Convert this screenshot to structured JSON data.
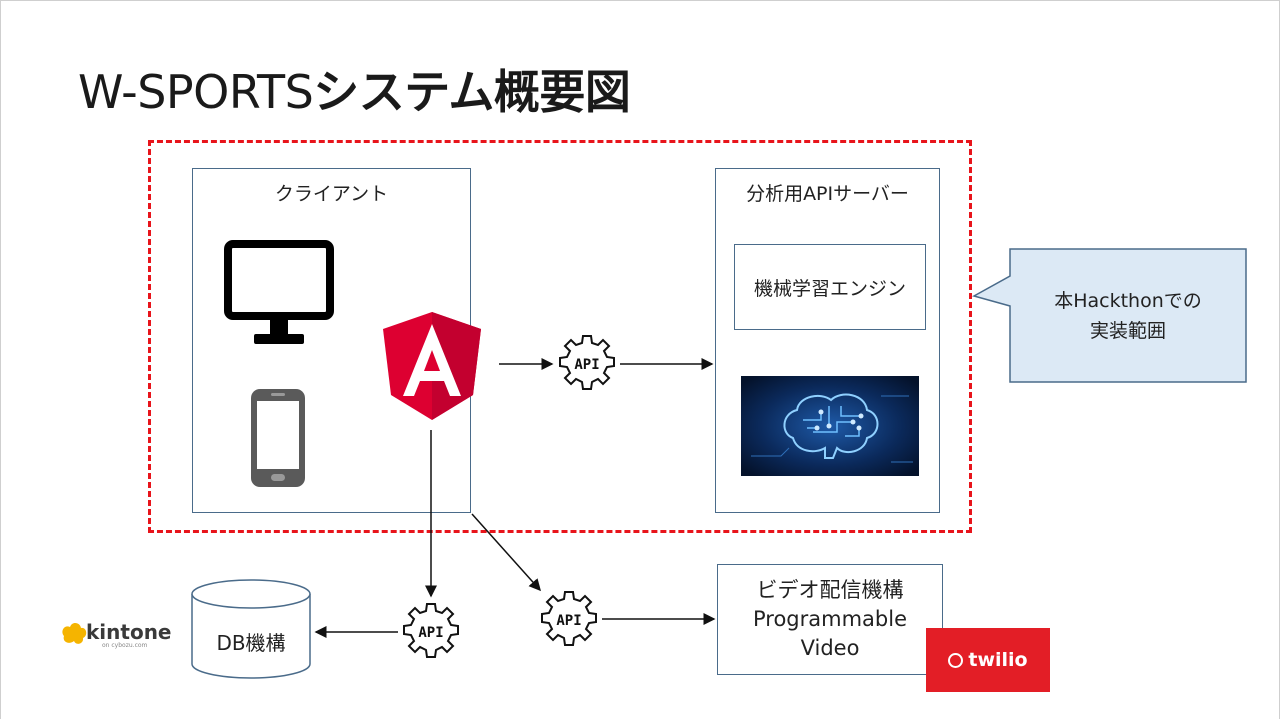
{
  "slide": {
    "title_prefix": "W-SPORTS",
    "title_main": "システム概要図"
  },
  "client": {
    "label": "クライアント",
    "icons": [
      "monitor-icon",
      "smartphone-icon",
      "angular-logo"
    ],
    "angular_letter": "A"
  },
  "server": {
    "label": "分析用APIサーバー",
    "ml_engine": "機械学習エンジン",
    "image": "brain-circuit-image"
  },
  "api_label": "API",
  "callout": {
    "line1": "本Hackthonでの",
    "line2": "実装範囲"
  },
  "db": {
    "label": "DB機構",
    "logo_text": "kintone",
    "logo_subtext": "on cybozu.com"
  },
  "video": {
    "line1": "ビデオ配信機構",
    "line2": "Programmable",
    "line3": "Video",
    "logo_text": "twilio"
  },
  "colors": {
    "scope_border": "#e8141b",
    "box_border": "#4a6b8a",
    "callout_fill": "#dce9f5",
    "callout_border": "#4a6b8a",
    "angular_red": "#dd0031",
    "angular_dark": "#c3002f",
    "twilio_red": "#e31e26",
    "kintone_yellow": "#f5b400"
  }
}
